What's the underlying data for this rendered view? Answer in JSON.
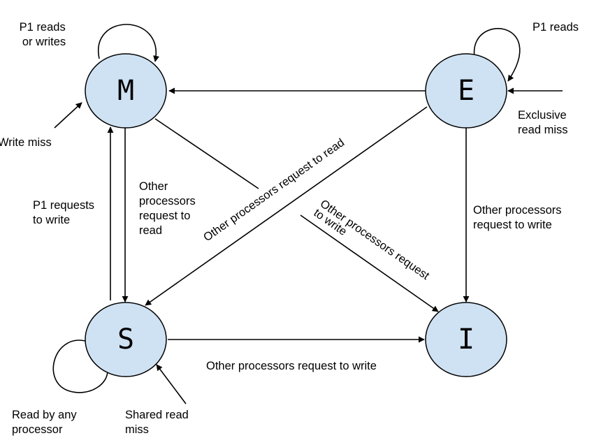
{
  "states": {
    "m": "M",
    "e": "E",
    "s": "S",
    "i": "I"
  },
  "labels": {
    "m_self": [
      "P1 reads",
      "or writes"
    ],
    "write_miss": [
      "Write miss"
    ],
    "e_self": [
      "P1 reads"
    ],
    "exclusive_read_miss": [
      "Exclusive",
      "read miss"
    ],
    "p1_requests_to_write": [
      "P1 requests",
      "to write"
    ],
    "m_to_s": [
      "Other",
      "processors",
      "request to",
      "read"
    ],
    "e_to_i": [
      "Other processors",
      "request to write"
    ],
    "e_to_s_diag": [
      "Other processors request to read"
    ],
    "m_to_i_diag": [
      "Other processors request",
      "to write"
    ],
    "s_to_i": [
      "Other processors request to write"
    ],
    "s_self": [
      "Read by any",
      "processor"
    ],
    "shared_read_miss": [
      "Shared read",
      "miss"
    ]
  },
  "colors": {
    "state_fill": "#cfe2f3",
    "stroke": "#000000"
  }
}
